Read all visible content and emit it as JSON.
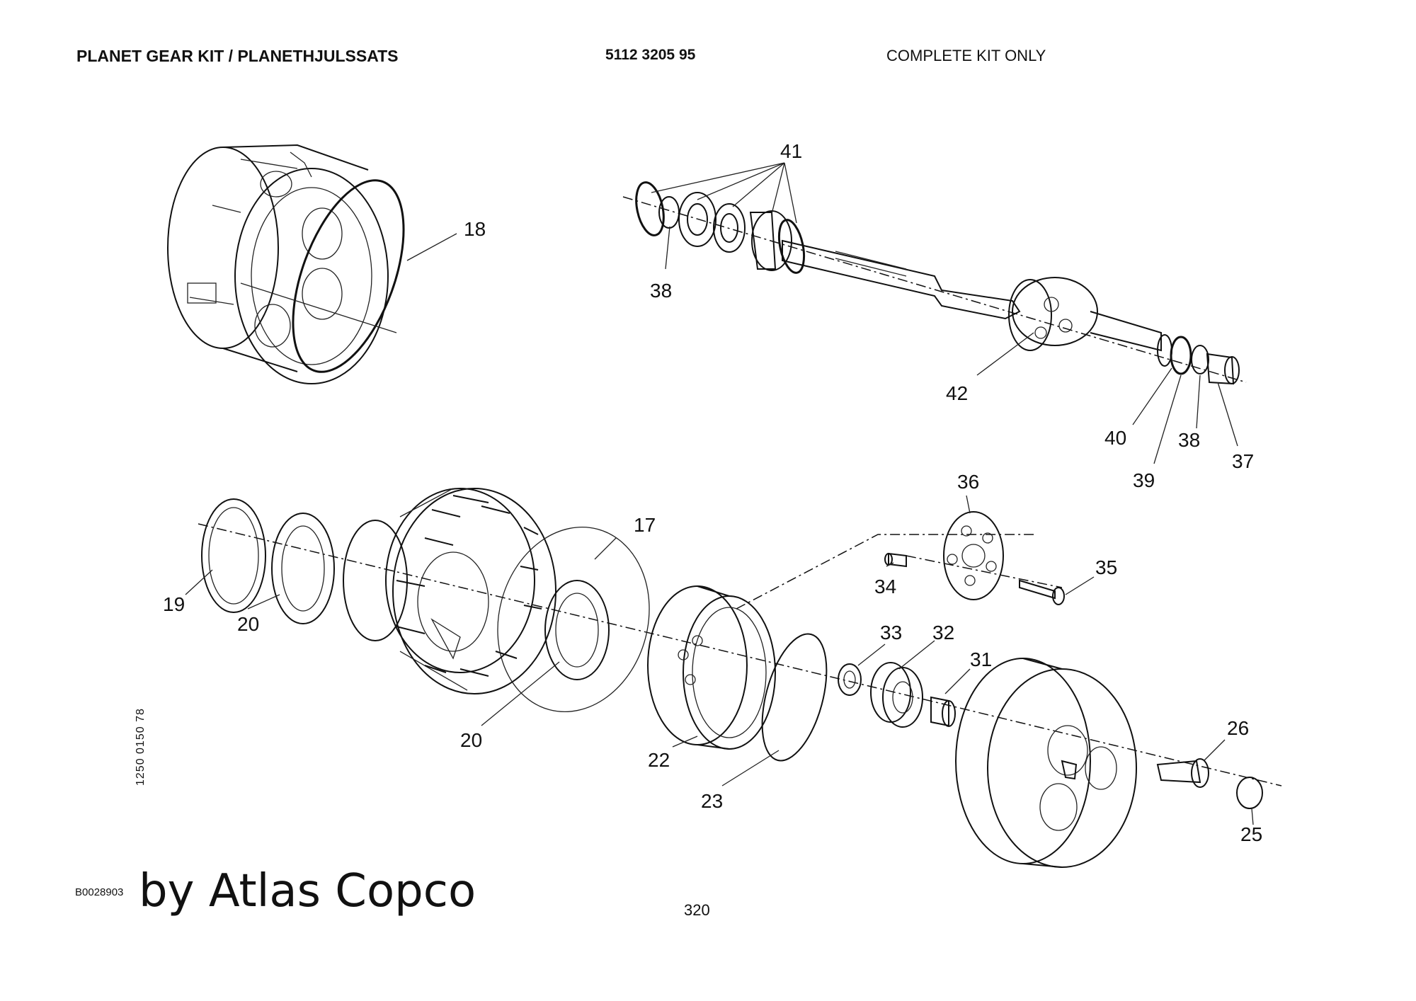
{
  "header": {
    "title": "PLANET GEAR KIT / PLANETHJULSSATS",
    "part_number": "5112 3205 95",
    "note": "COMPLETE KIT ONLY"
  },
  "callouts": [
    "41",
    "18",
    "38",
    "42",
    "40",
    "39",
    "38",
    "37",
    "36",
    "17",
    "35",
    "34",
    "19",
    "20",
    "33",
    "32",
    "31",
    "26",
    "20",
    "22",
    "23",
    "25"
  ],
  "footer": {
    "vertical_code": "1250 0150 78",
    "drawing_code": "B0028903",
    "brand_text": "by Atlas Copco",
    "page_number": "320"
  }
}
